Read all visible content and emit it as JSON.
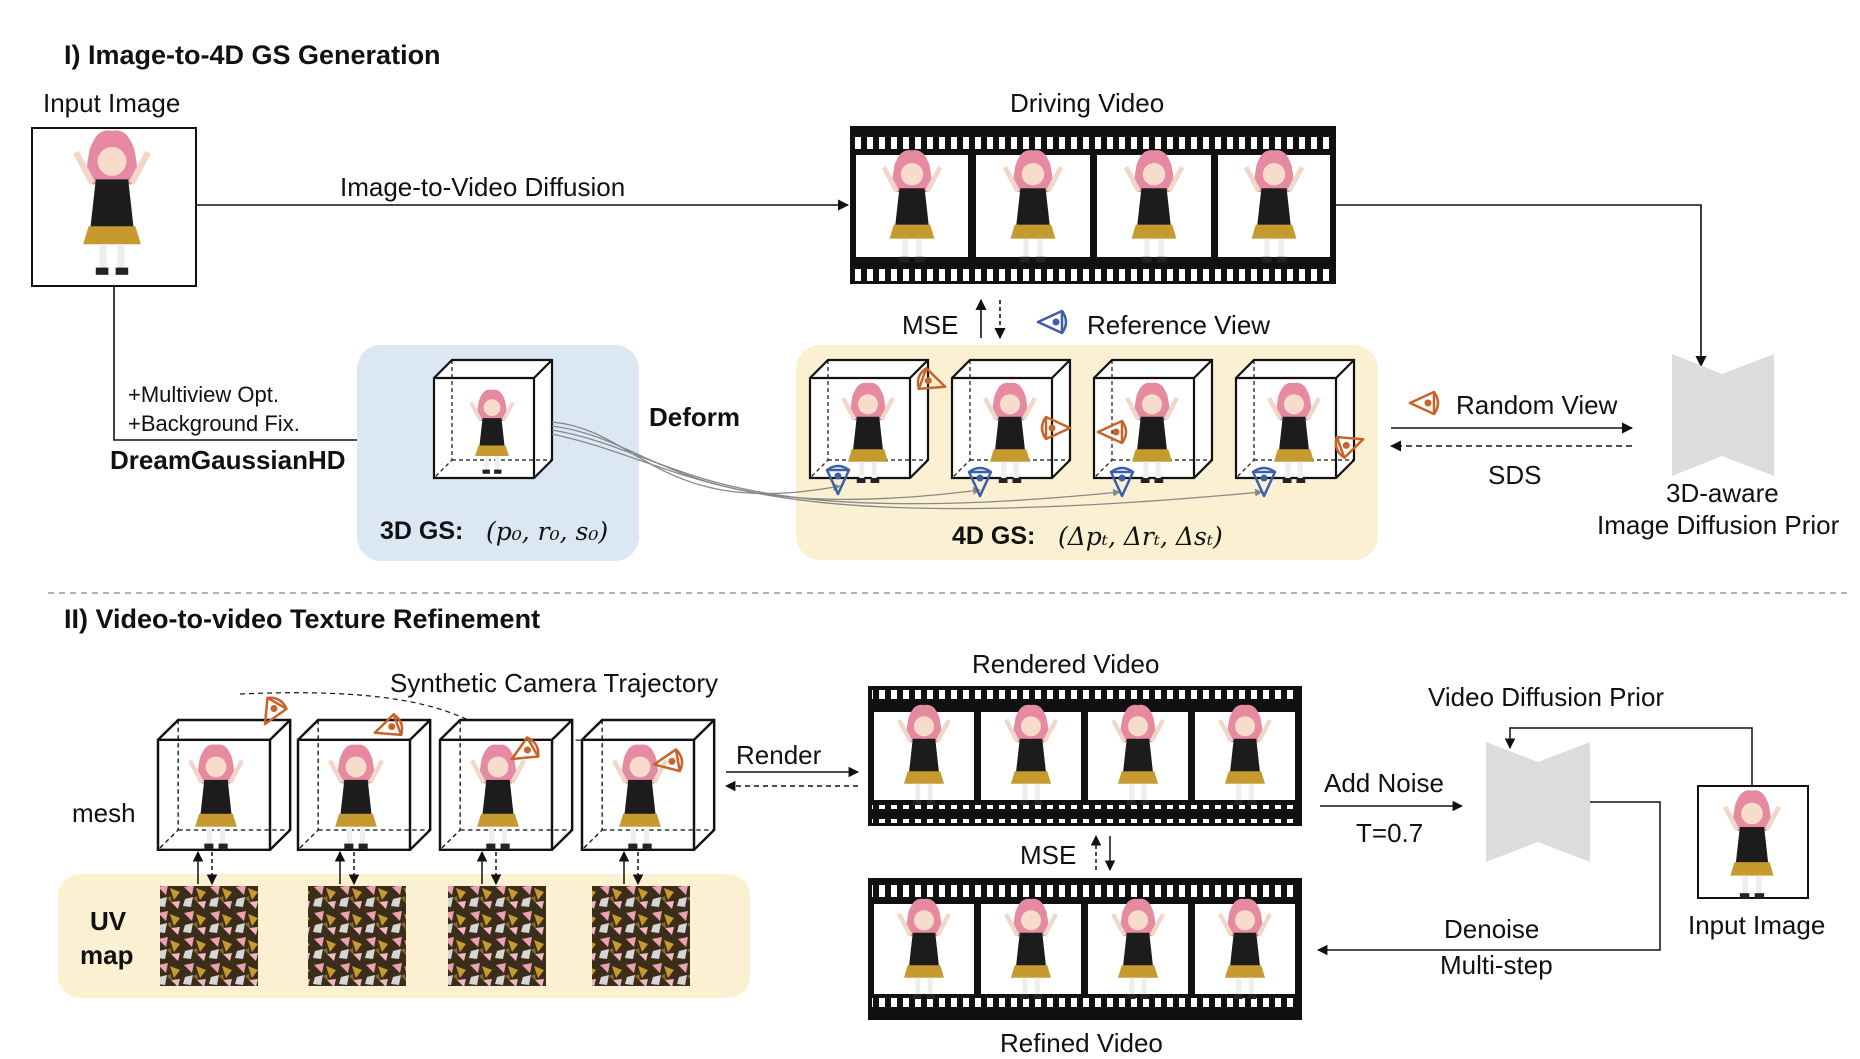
{
  "section1": {
    "title": "I) Image-to-4D GS Generation",
    "input_image_label": "Input Image",
    "i2v_label": "Image-to-Video Diffusion",
    "driving_video_label": "Driving Video",
    "multiview_label": "+Multiview Opt.",
    "background_label": "+Background Fix.",
    "method_label": "DreamGaussianHD",
    "gs3d_label": "3D GS:",
    "gs3d_params": "(p₀, r₀, s₀)",
    "deform_label": "Deform",
    "mse_label": "MSE",
    "reference_view_label": "Reference View",
    "random_view_label": "Random View",
    "sds_label": "SDS",
    "gs4d_label": "4D GS:",
    "gs4d_params": "(Δpₜ, Δrₜ, Δsₜ)",
    "prior_line1": "3D-aware",
    "prior_line2": "Image Diffusion Prior"
  },
  "section2": {
    "title": "II) Video-to-video Texture Refinement",
    "trajectory_label": "Synthetic Camera Trajectory",
    "mesh_label": "mesh",
    "uv_line1": "UV",
    "uv_line2": "map",
    "render_label": "Render",
    "rendered_video_label": "Rendered Video",
    "mse_label": "MSE",
    "refined_video_label": "Refined Video",
    "video_prior_label": "Video Diffusion Prior",
    "add_noise_label": "Add Noise",
    "t_label": "T=0.7",
    "denoise_label": "Denoise",
    "multistep_label": "Multi-step",
    "input_image_label": "Input Image"
  },
  "colors": {
    "blue_panel": "#dce7f4",
    "yellow_panel": "#fbf0d2",
    "prior_gray": "#dcdcdc",
    "camera_orange": "#c8642a",
    "camera_blue": "#3b5ea8",
    "character_pink": "#ee9fb2",
    "character_dress": "#1c1c1c",
    "character_skirt": "#c69a2e"
  }
}
